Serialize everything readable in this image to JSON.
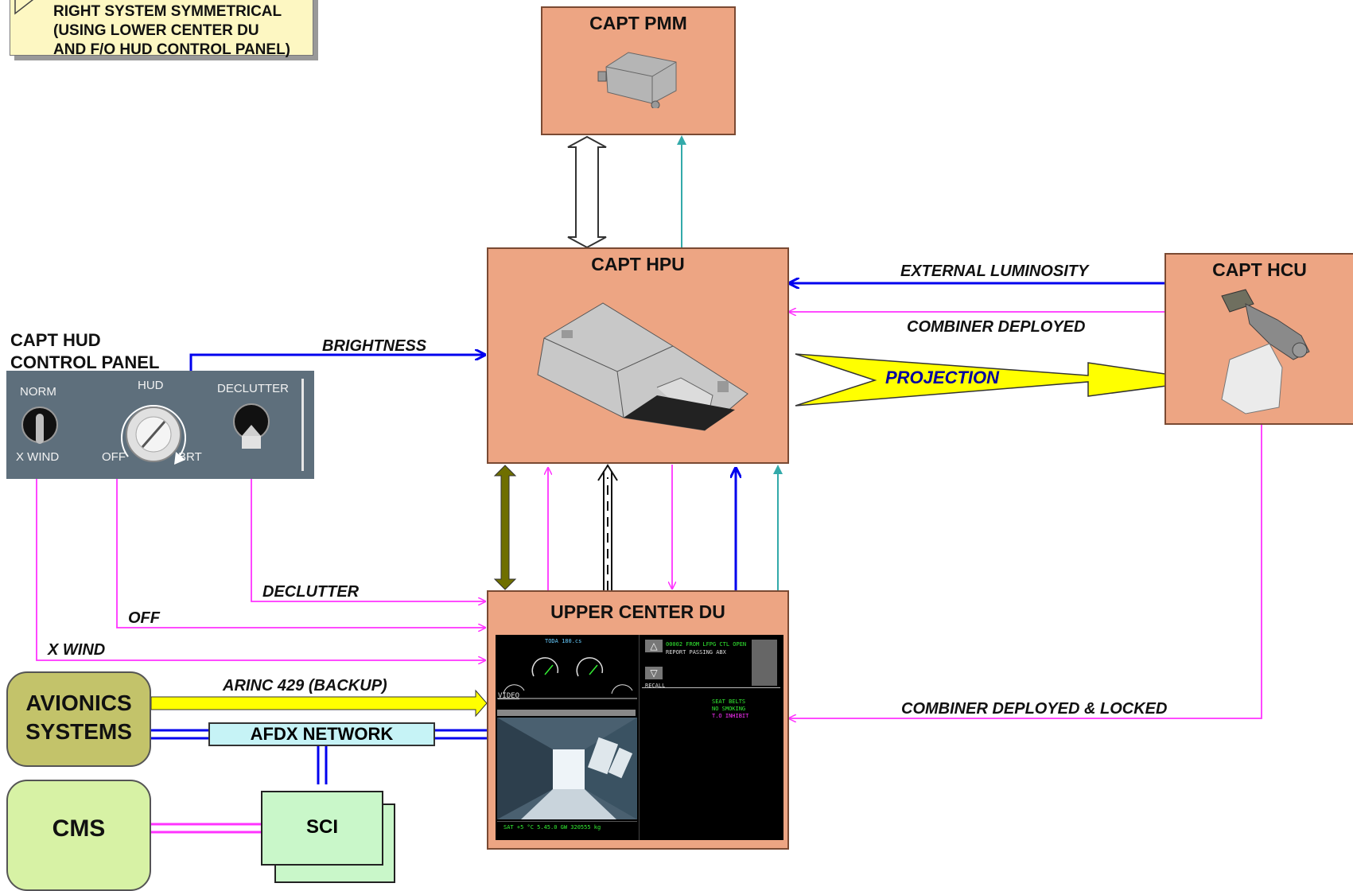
{
  "note": {
    "lines": [
      "RIGHT SYSTEM SYMMETRICAL",
      "(USING LOWER CENTER DU",
      "AND F/O HUD CONTROL PANEL)"
    ]
  },
  "boxes": {
    "pmm": "CAPT PMM",
    "hpu": "CAPT HPU",
    "hcu": "CAPT HCU",
    "du": "UPPER CENTER DU",
    "avionics_line1": "AVIONICS",
    "avionics_line2": "SYSTEMS",
    "cms": "CMS",
    "sci": "SCI",
    "afdx": "AFDX NETWORK"
  },
  "control_panel": {
    "title_line1": "CAPT HUD",
    "title_line2": "CONTROL PANEL",
    "norm": "NORM",
    "xwind": "X WIND",
    "hud": "HUD",
    "off": "OFF",
    "brt": "BRT",
    "declutter": "DECLUTTER"
  },
  "signals": {
    "brightness": "BRIGHTNESS",
    "external_luminosity": "EXTERNAL LUMINOSITY",
    "combiner_deployed": "COMBINER DEPLOYED",
    "projection": "PROJECTION",
    "declutter": "DECLUTTER",
    "off": "OFF",
    "xwind": "X WIND",
    "arinc": "ARINC 429 (BACKUP)",
    "combiner_locked": "COMBINER DEPLOYED & LOCKED"
  },
  "du_screen": {
    "toda": "TODA 180.cs",
    "msg1": "00002 FROM LFPG CTL   OPEN",
    "msg2": "REPORT PASSING ABX",
    "video": "VIDEO",
    "seat1": "SEAT BELTS",
    "seat2": "NO SMOKING",
    "seat3": "T.O INHIBIT",
    "recall": "RECALL",
    "status": "SAT +5 °C   5.45.0  GW 320555 kg"
  },
  "colors": {
    "box_fill": "#eda583",
    "magenta": "#ff33ff",
    "blue": "#0000ee",
    "teal": "#33aaaa",
    "yellow": "#ffff00",
    "olive": "#6f6f00"
  }
}
